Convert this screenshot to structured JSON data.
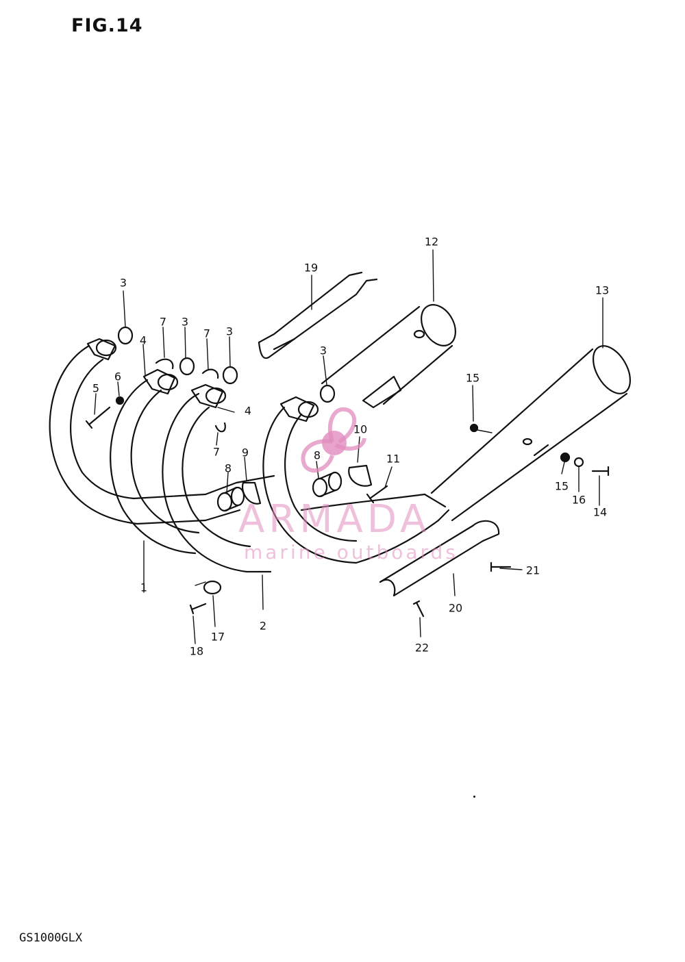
{
  "title": "FIG.14",
  "model": "GS1000GLX",
  "watermark": {
    "brand": "ARMADA",
    "tagline": "marine outboards",
    "color": "#e18cbe"
  },
  "callouts": {
    "c1": "1",
    "c2": "2",
    "c3a": "3",
    "c3b": "3",
    "c3c": "3",
    "c3d": "3",
    "c4a": "4",
    "c4b": "4",
    "c5": "5",
    "c6": "6",
    "c7a": "7",
    "c7b": "7",
    "c7c": "7",
    "c8a": "8",
    "c8b": "8",
    "c9": "9",
    "c10": "10",
    "c11": "11",
    "c12": "12",
    "c13": "13",
    "c14": "14",
    "c15a": "15",
    "c15b": "15",
    "c16": "16",
    "c17": "17",
    "c18": "18",
    "c19": "19",
    "c20": "20",
    "c21": "21",
    "c22": "22"
  }
}
